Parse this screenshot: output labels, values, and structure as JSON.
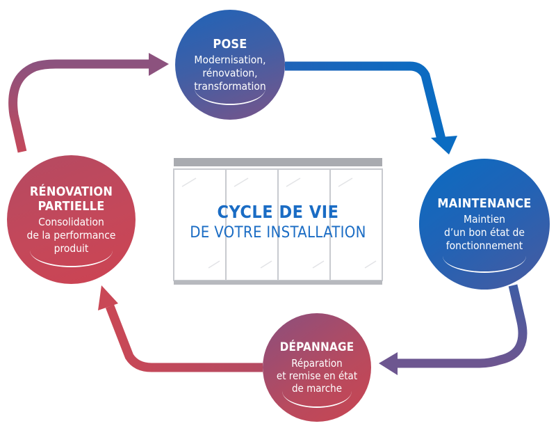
{
  "center": {
    "title": "CYCLE DE VIE",
    "subtitle": "DE VOTRE INSTALLATION"
  },
  "nodes": {
    "pose": {
      "title": "POSE",
      "lines": [
        "Modernisation,",
        "rénovation,",
        "transformation"
      ]
    },
    "maintenance": {
      "title": "MAINTENANCE",
      "lines": [
        "Maintien",
        "d’un bon état de",
        "fonctionnement"
      ]
    },
    "depannage": {
      "title": "DÉPANNAGE",
      "lines": [
        "Réparation",
        "et remise en état",
        "de marche"
      ]
    },
    "renovation": {
      "title_lines": [
        "RÉNOVATION",
        "PARTIELLE"
      ],
      "lines": [
        "Consolidation",
        "de la performance",
        "produit"
      ]
    }
  },
  "colors": {
    "blue": "#0a6cc2",
    "red": "#cc4352",
    "purple": "#7a5488",
    "frame_gray": "#a9abb0",
    "window_line": "#c8cacf"
  },
  "icons": {
    "center": "window-frame-icon",
    "connectors": "cycle-arrow-icon"
  }
}
